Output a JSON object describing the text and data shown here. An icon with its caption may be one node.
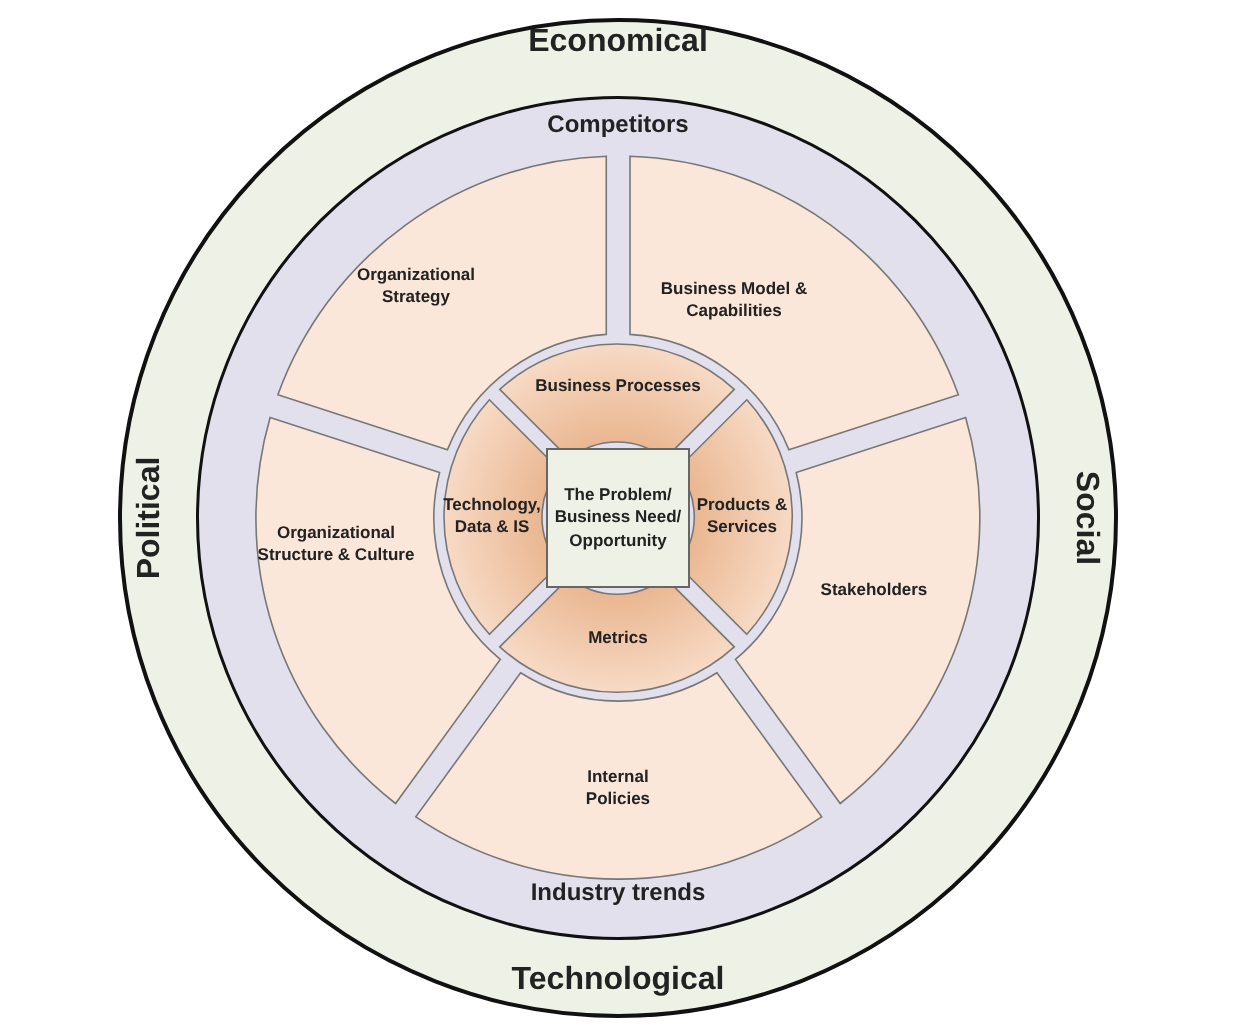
{
  "diagram": {
    "nodes": [
      {
        "text": [
          "Economical",
          "Political",
          "Social",
          "Technological"
        ]
      },
      {
        "text": [
          "Competitors",
          "Industry trends"
        ],
        "in": 0
      },
      {
        "text": [
          "Organizational Strategy"
        ],
        "in": 1
      },
      {
        "text": [
          "Business Model & Capabilities"
        ],
        "in": 1
      },
      {
        "text": [
          "Organizational Structure & Culture"
        ],
        "in": 1
      },
      {
        "text": [
          "Stakeholders"
        ],
        "in": 1
      },
      {
        "text": [
          "Internal Policies"
        ],
        "in": 1
      },
      {
        "text": [
          "Business Processes"
        ],
        "in": 1
      },
      {
        "text": [
          "Technology, Data & IS"
        ],
        "in": 1
      },
      {
        "text": [
          "Products & Services"
        ],
        "in": 1
      },
      {
        "text": [
          "Metrics"
        ],
        "in": 1
      },
      {
        "text": [
          "The Problem/ Business Need/ Opportunity"
        ],
        "in": 1
      }
    ]
  }
}
